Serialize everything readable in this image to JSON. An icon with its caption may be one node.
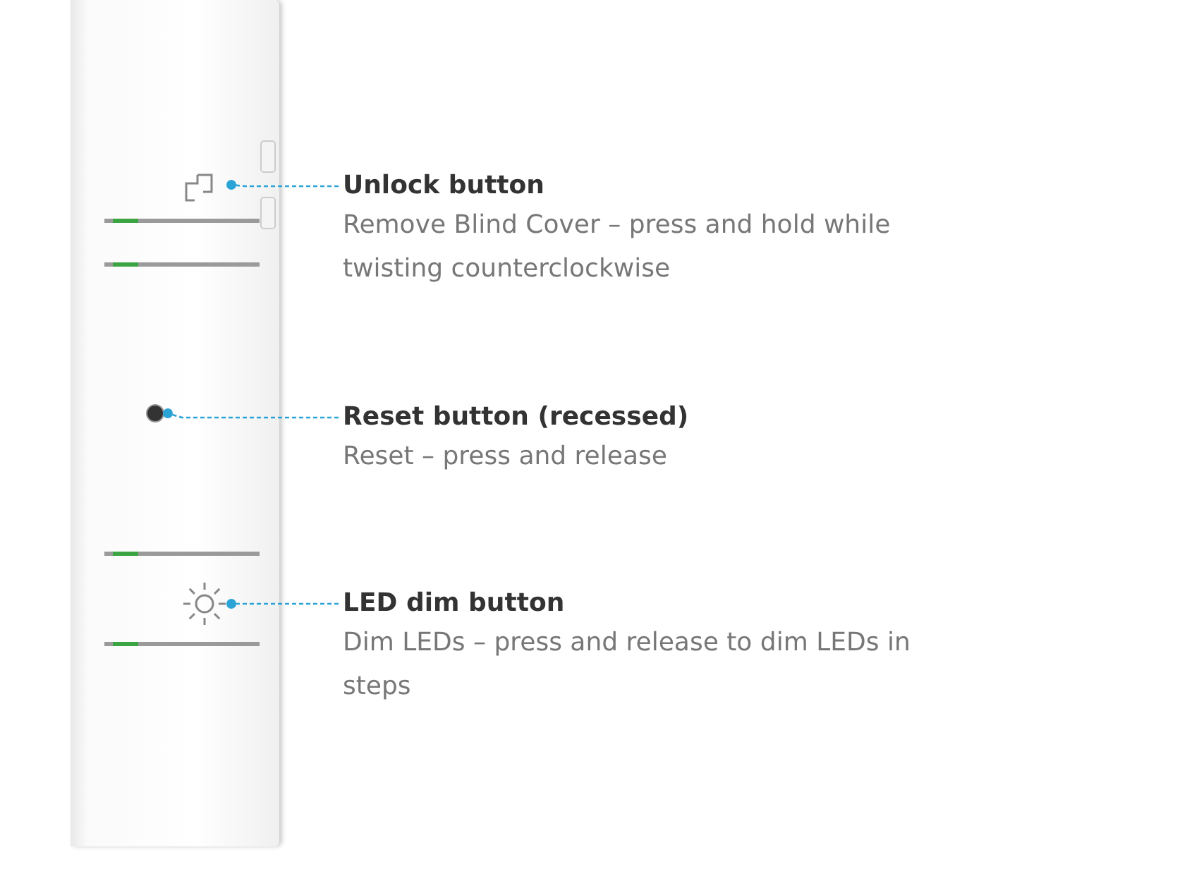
{
  "diagram": {
    "nodes": [
      {
        "text": [],
        "shape": "box"
      },
      {
        "text": [],
        "shape": "box",
        "in": 0
      },
      {
        "text": [],
        "shape": "circle",
        "in": 0
      },
      {
        "text": [],
        "shape": "circle",
        "in": 0
      },
      {
        "text": [
          "Unlock button",
          "Remove Blind Cover – press and hold while twisting counterclockwise"
        ]
      },
      {
        "text": [
          "Reset button (recessed)",
          "Reset – press and release"
        ]
      },
      {
        "text": [
          "LED dim button",
          "Dim LEDs – press and release to dim LEDs in steps"
        ]
      }
    ],
    "edges": [
      {
        "from": 4,
        "to": 1,
        "arrow": "other",
        "style": "dashed"
      },
      {
        "from": 5,
        "to": 2,
        "arrow": "other",
        "style": "dashed"
      },
      {
        "from": 6,
        "to": 3,
        "arrow": "other",
        "style": "dashed"
      }
    ]
  }
}
